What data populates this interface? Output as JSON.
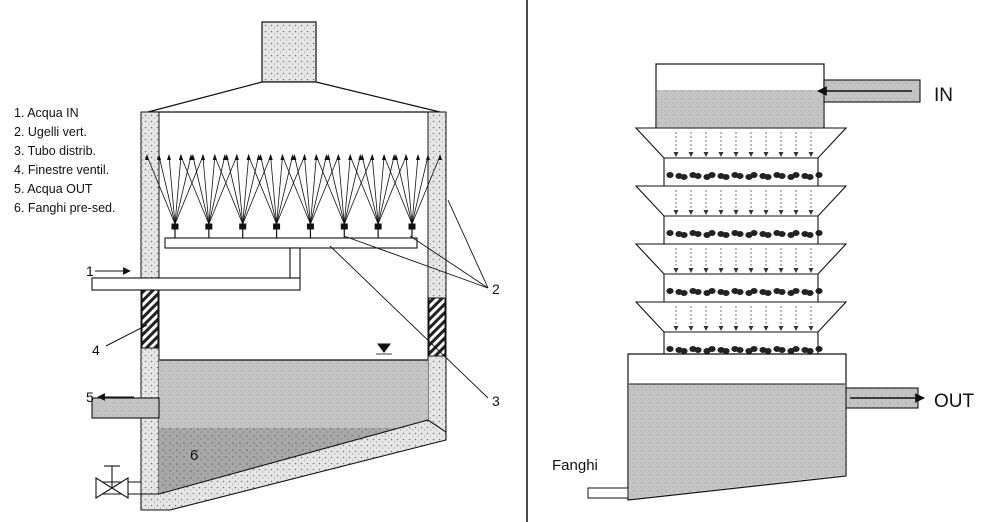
{
  "legend": [
    "1. Acqua IN",
    "2. Ugelli vert.",
    "3. Tubo distrib.",
    "4. Finestre ventil.",
    "5. Acqua OUT",
    "6. Fanghi pre-sed."
  ],
  "left_diagram": {
    "callouts": {
      "c1": "1",
      "c2": "2",
      "c3": "3",
      "c4": "4",
      "c5": "5",
      "c6": "6"
    },
    "nozzle_count": 8
  },
  "right_diagram": {
    "label_in": "IN",
    "label_out": "OUT",
    "label_sludge": "Fanghi",
    "tray_count": 4
  },
  "colors": {
    "ink": "#1a1a1a",
    "water": "#bdbdbd",
    "wall": "#d8d8d8",
    "sludge": "#9a9a9a"
  }
}
